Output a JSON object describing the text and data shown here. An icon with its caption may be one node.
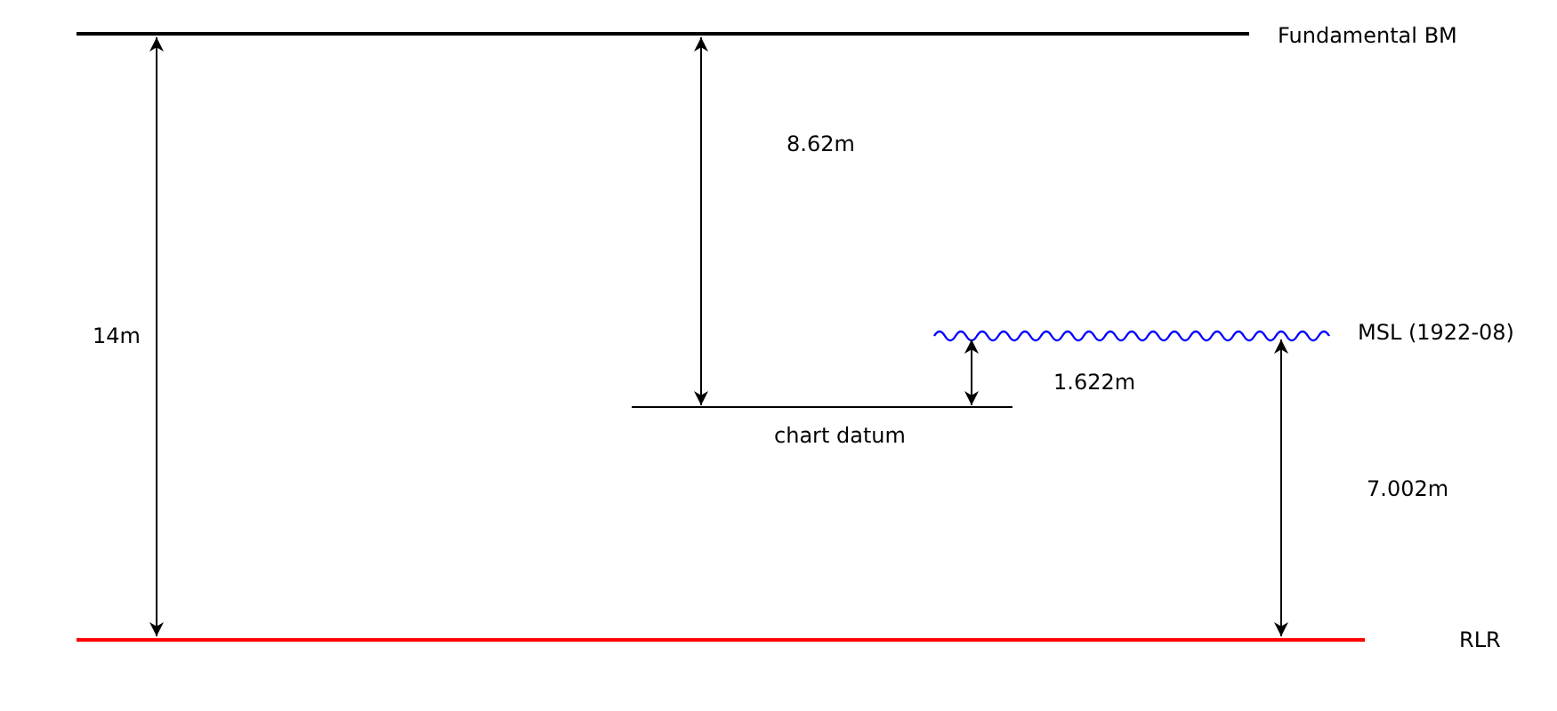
{
  "diagram": {
    "labels": [
      "Fundamental BM",
      "8.62m",
      "14m",
      "MSL (1922-08)",
      "1.622m",
      "chart datum",
      "7.002m",
      "RLR"
    ]
  }
}
